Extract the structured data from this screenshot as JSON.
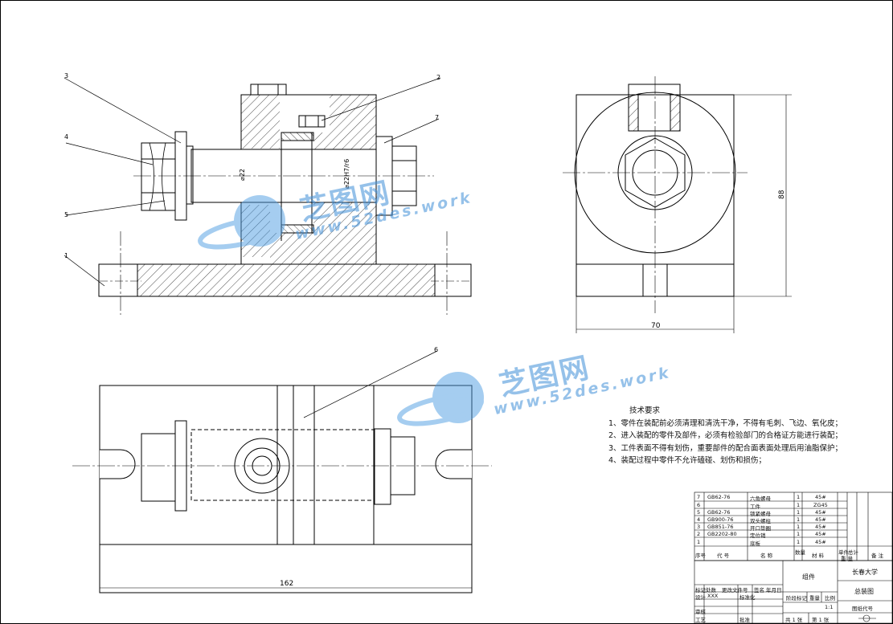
{
  "balloons": [
    "1",
    "2",
    "3",
    "4",
    "5",
    "6",
    "7"
  ],
  "dimensions": {
    "bore_dia": "⌀22",
    "fit_dia": "⌀22H7/r6",
    "height": "88",
    "width": "70",
    "length": "162"
  },
  "watermark": {
    "brand": "芝图网",
    "url": "www.52des.work"
  },
  "tech_requirements": {
    "title": "技术要求",
    "items": [
      "1、零件在装配前必须清理和清洗干净，不得有毛刺、飞边、氧化皮；",
      "2、进入装配的零件及部件，必须有检验部门的合格证方能进行装配；",
      "3、工件表面不得有划伤，重要部件的配合面表面处理后用油脂保护；",
      "4、装配过程中零件不允许磕碰、划伤和损伤；"
    ]
  },
  "bom": {
    "rows": [
      {
        "no": "7",
        "code": "GB62-76",
        "name": "六角螺母",
        "qty": "1",
        "mat": "45#"
      },
      {
        "no": "6",
        "code": "",
        "name": "工件",
        "qty": "1",
        "mat": "ZG45"
      },
      {
        "no": "5",
        "code": "GB62-76",
        "name": "锁紧螺母",
        "qty": "1",
        "mat": "45#"
      },
      {
        "no": "4",
        "code": "GB900-76",
        "name": "双头螺柱",
        "qty": "1",
        "mat": "45#"
      },
      {
        "no": "3",
        "code": "GB851-76",
        "name": "开口垫圈",
        "qty": "1",
        "mat": "45#"
      },
      {
        "no": "2",
        "code": "GB2202-80",
        "name": "定位销",
        "qty": "1",
        "mat": "45#"
      },
      {
        "no": "1",
        "code": "",
        "name": "底板",
        "qty": "1",
        "mat": "45#"
      }
    ],
    "header": {
      "no": "序号",
      "code": "代 号",
      "name": "名 称",
      "qty": "数量",
      "mat": "材 料",
      "single": "单件",
      "total": "总计",
      "weight": "重 量",
      "remark": "备 注"
    }
  },
  "title_block": {
    "part": "组件",
    "school": "长春大学",
    "drawing": "总装图",
    "scale": "1:1",
    "code": "图纸代号",
    "labels": {
      "mark": "标记",
      "count": "处数",
      "file": "更改文件号",
      "sign": "签名",
      "date": "年月日",
      "design": "设计",
      "std": "标准化",
      "stage": "阶段标记",
      "weight": "重量",
      "ratio": "比例",
      "check": "审核",
      "process": "工艺",
      "approve": "批准",
      "sheets": "共 1 张",
      "sheet": "第 1 张"
    },
    "designer": "XXX"
  }
}
